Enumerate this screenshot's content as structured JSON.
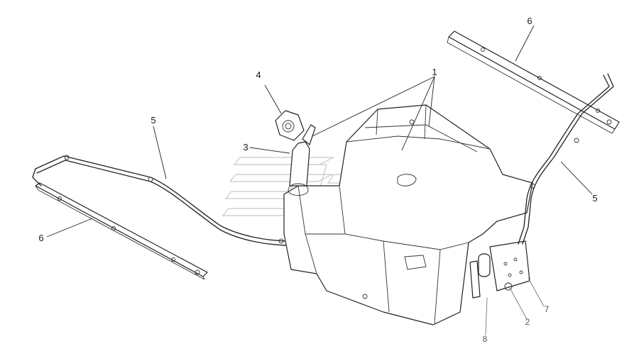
{
  "diagram": {
    "callouts": {
      "c1": "1",
      "c2": "2",
      "c3": "3",
      "c4": "4",
      "c5_left": "5",
      "c5_right": "5",
      "c6_left": "6",
      "c6_top": "6",
      "c7": "7",
      "c8": "8"
    }
  }
}
